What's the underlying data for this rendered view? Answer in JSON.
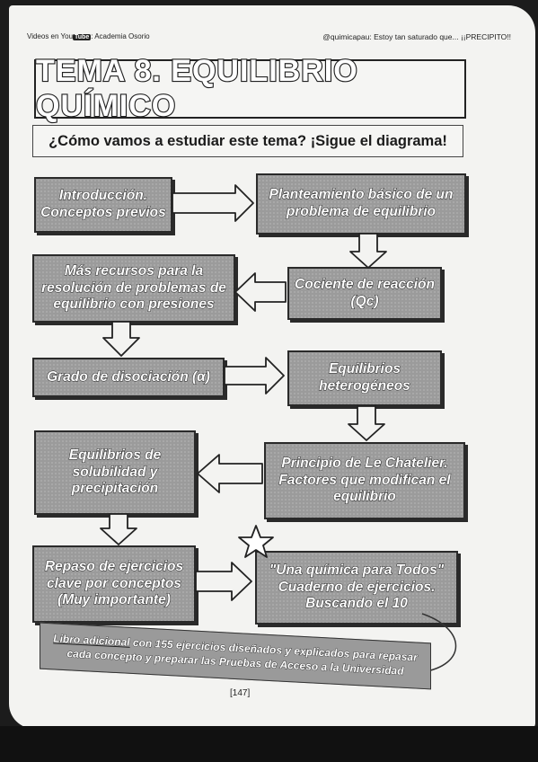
{
  "header": {
    "left_prefix": "Videos en You",
    "left_yt": "Tube",
    "left_suffix": ": Academia Osorio",
    "right": "@quimicapau: Estoy tan saturado que... ¡¡PRECIPITO!!"
  },
  "title": "TEMA 8. EQUILIBRIO QUÍMICO",
  "subtitle": "¿Cómo vamos a estudiar este tema? ¡Sigue el diagrama!",
  "boxes": {
    "intro": "Introducción. Conceptos previos",
    "planteamiento": "Planteamiento básico de un problema de equilibrio",
    "mas_recursos": "Más recursos para la resolución de problemas de equilibrio con presiones",
    "cociente": "Cociente de reacción (Qc)",
    "grado": "Grado de disociación (α)",
    "heterogeneos": "Equilibrios heterogéneos",
    "solubilidad": "Equilibrios de solubilidad y precipitación",
    "le_chatelier": "Principio de Le Chatelier. Factores que modifican el equilibrio",
    "repaso": "Repaso de ejercicios clave por conceptos (Muy importante)",
    "cuaderno": "\"Una química para Todos\" Cuaderno de ejercicios. Buscando el 10"
  },
  "footer": {
    "link": "Libro adicional",
    "text": " con 155 ejercicios diseñados y explicados para repasar cada concepto y preparar las Pruebas de Acceso a la Universidad"
  },
  "page_number": "[147]"
}
